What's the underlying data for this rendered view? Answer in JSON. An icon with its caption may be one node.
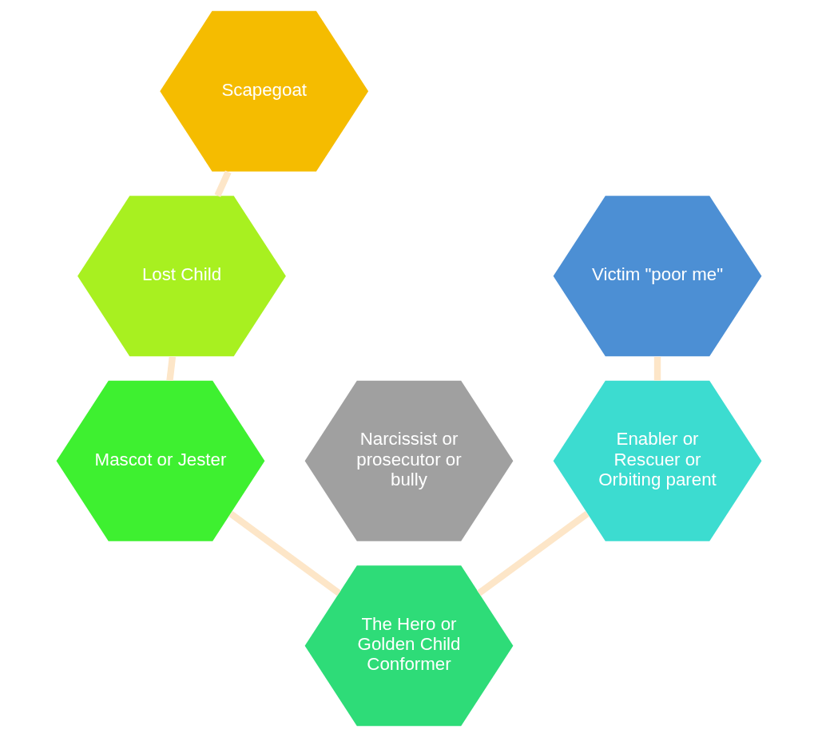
{
  "diagram": {
    "nodes": [
      {
        "text": [
          "Scapegoat"
        ]
      },
      {
        "text": [
          "Victim \"poor me\""
        ]
      },
      {
        "text": [
          "Lost Child"
        ]
      },
      {
        "text": [
          "Narcissist or prosecutor or bully"
        ]
      },
      {
        "text": [
          "Enabler or Rescuer or Orbiting parent"
        ]
      },
      {
        "text": [
          "Mascot or Jester"
        ]
      },
      {
        "text": [
          "The Hero or Golden Child Conformer"
        ]
      }
    ],
    "edges": [
      {
        "from": 0,
        "to": 2,
        "arrow": "none",
        "color": "#fde6c8"
      },
      {
        "from": 2,
        "to": 5,
        "arrow": "none",
        "color": "#fde6c8"
      },
      {
        "from": 5,
        "to": 6,
        "arrow": "none",
        "color": "#fde6c8"
      },
      {
        "from": 6,
        "to": 4,
        "arrow": "none",
        "color": "#fde6c8"
      },
      {
        "from": 4,
        "to": 1,
        "arrow": "none",
        "color": "#fde6c8"
      }
    ]
  }
}
